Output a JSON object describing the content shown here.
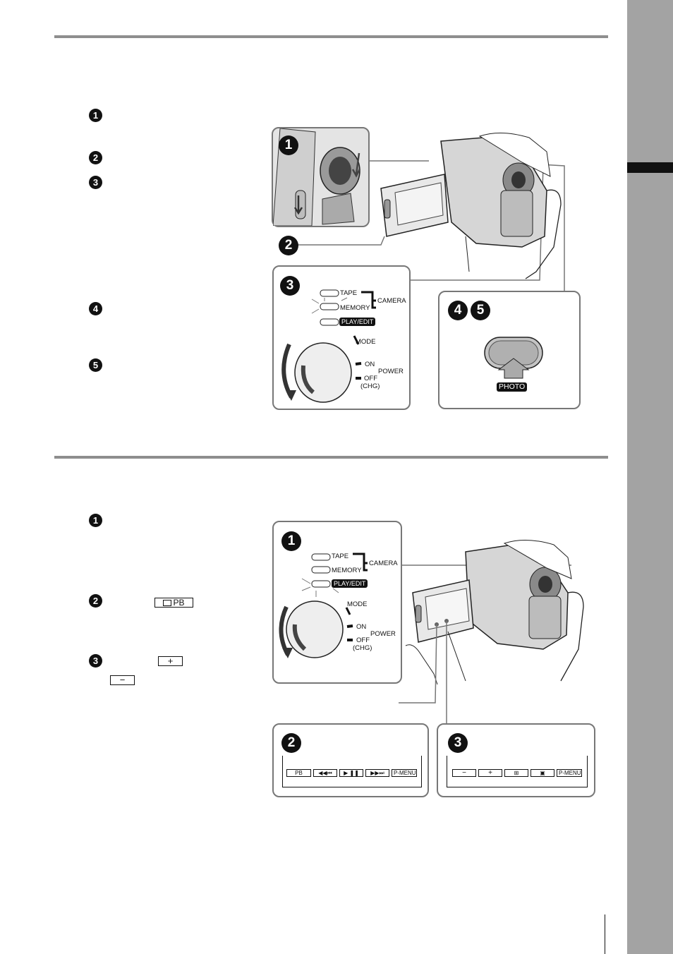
{
  "steps_top": [
    "1",
    "2",
    "3",
    "4",
    "5"
  ],
  "steps_bottom": [
    "1",
    "2",
    "3"
  ],
  "inline_keys": {
    "pb": "PB",
    "plus": "+",
    "minus": "−"
  },
  "fig_top": {
    "callouts": [
      "1",
      "2",
      "3",
      "4",
      "5"
    ],
    "mode_lamps": {
      "tape": "TAPE",
      "memory": "MEMORY",
      "play_edit": "PLAY/EDIT",
      "camera": "CAMERA"
    },
    "power_switch": {
      "mode": "MODE",
      "on": "ON",
      "off": "OFF",
      "chg": "(CHG)",
      "power": "POWER"
    },
    "photo_button": "PHOTO"
  },
  "fig_bottom": {
    "callouts": [
      "1",
      "2",
      "3"
    ],
    "mode_lamps": {
      "tape": "TAPE",
      "memory": "MEMORY",
      "play_edit": "PLAY/EDIT",
      "camera": "CAMERA"
    },
    "power_switch": {
      "mode": "MODE",
      "on": "ON",
      "off": "OFF",
      "chg": "(CHG)",
      "power": "POWER"
    },
    "screen2_buttons": [
      "PB",
      "◀◀⏮",
      "▶ ❚❚",
      "▶▶⏭",
      "P-MENU"
    ],
    "screen3_buttons": [
      "−",
      "+",
      "⊞",
      "▣",
      "P-MENU"
    ]
  },
  "colors": {
    "rule": "#8e8e8e",
    "sidebar": "#a3a3a3",
    "panel_border": "#777777"
  }
}
